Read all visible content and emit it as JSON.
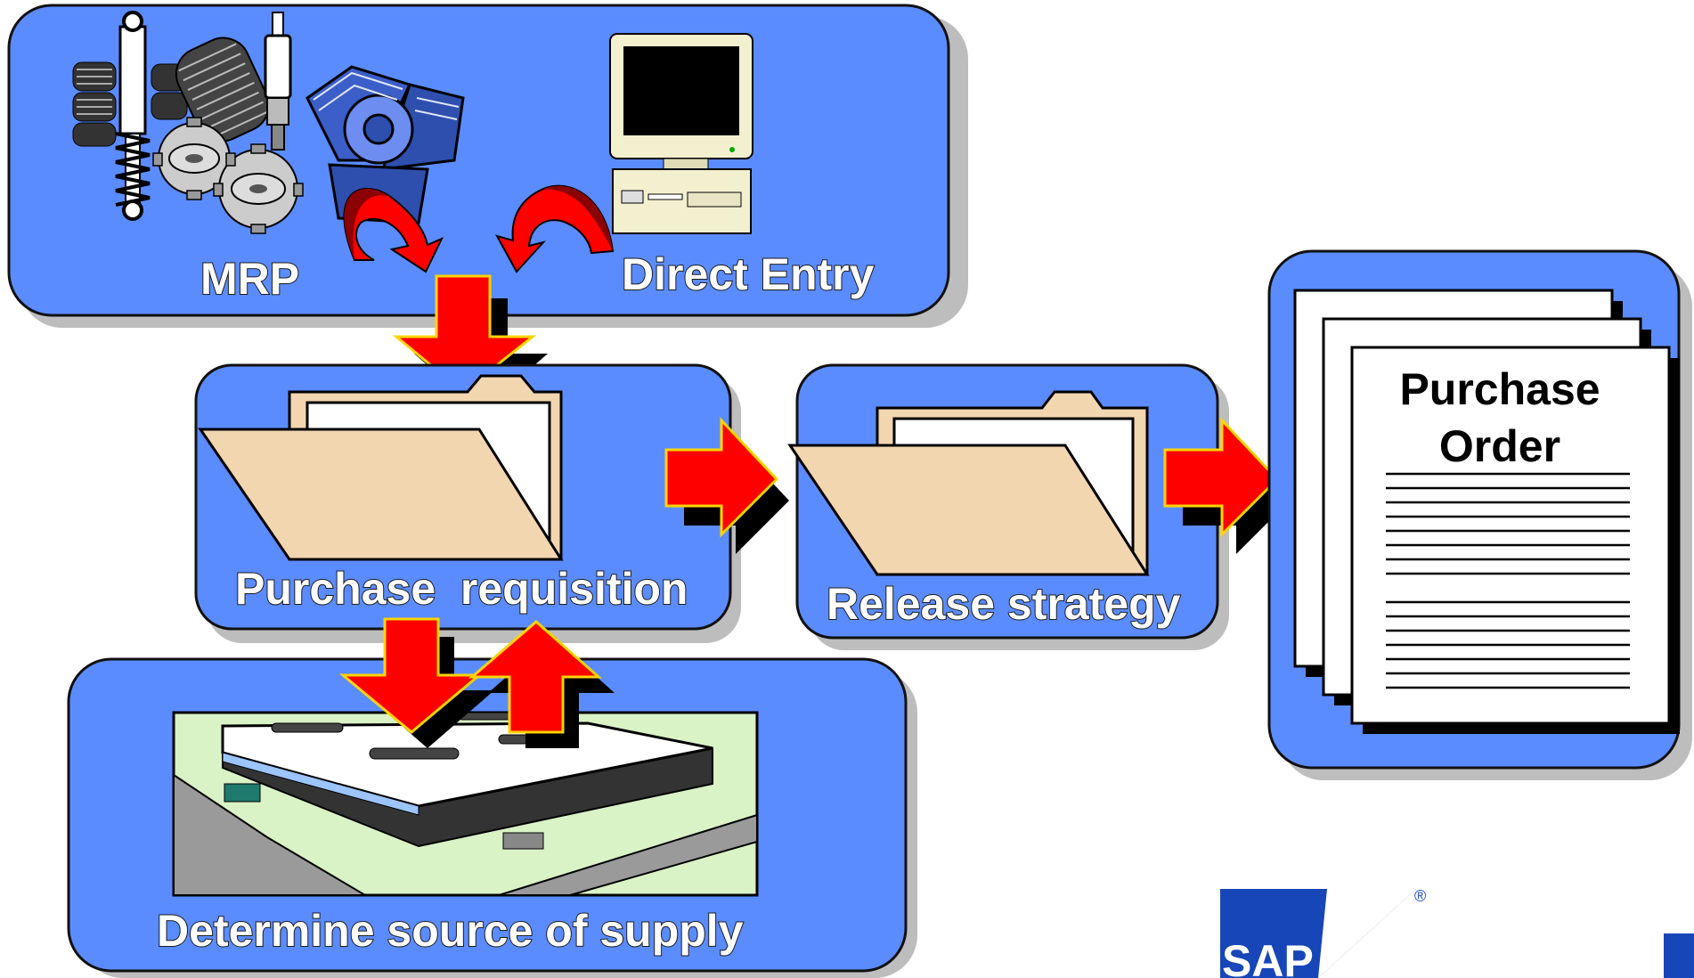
{
  "nodes": {
    "mrp": {
      "label": "MRP"
    },
    "direct_entry": {
      "label": "Direct Entry"
    },
    "purchase_requisition": {
      "label": "Purchase  requisition"
    },
    "release_strategy": {
      "label": "Release strategy"
    },
    "purchase_order": {
      "title_line1": "Purchase",
      "title_line2": "Order"
    },
    "source_of_supply": {
      "label": "Determine source of supply"
    }
  },
  "logo": {
    "text": "SAP",
    "registered": "®"
  },
  "colors": {
    "panel_blue": "#5b8cff",
    "panel_shadow": "#bdbdbd",
    "arrow_red": "#ff0000",
    "arrow_dark_red": "#8b0000",
    "folder_tan": "#f2d6b0",
    "sap_blue": "#1746b8"
  }
}
